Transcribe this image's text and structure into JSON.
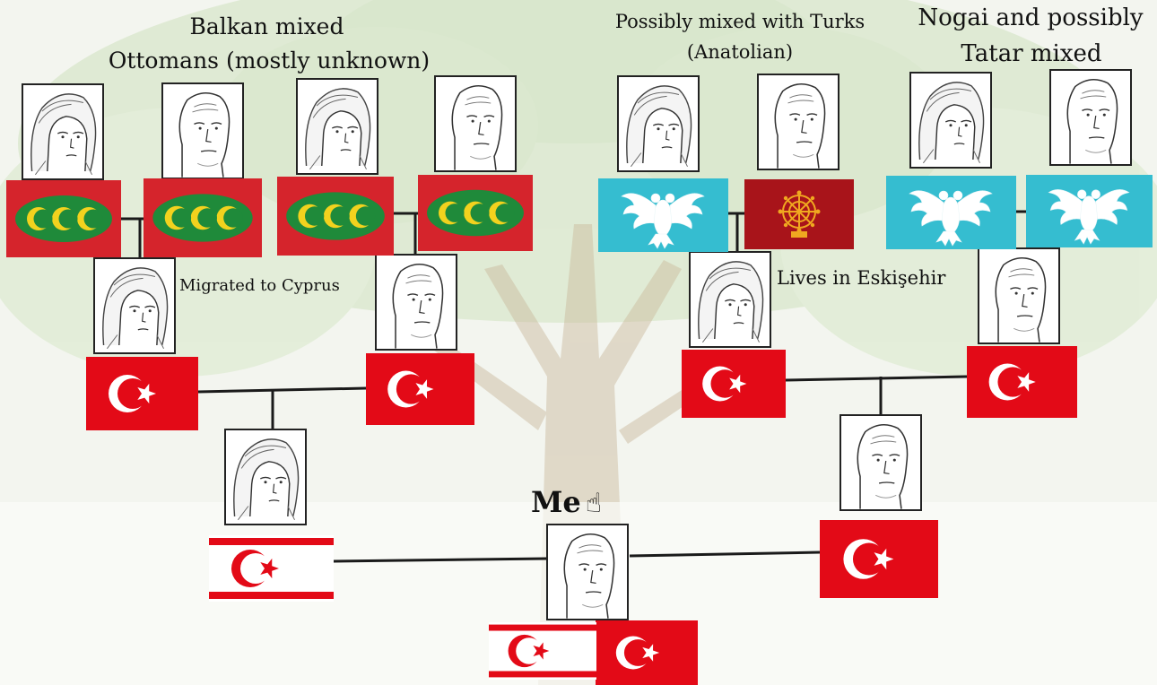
{
  "labels": {
    "balkan_line1": "Balkan mixed",
    "balkan_line2": "Ottomans (mostly unknown)",
    "anatolian_line1": "Possibly mixed with Turks",
    "anatolian_line2": "(Anatolian)",
    "nogai_line1": "Nogai and possibly",
    "nogai_line2": "Tatar mixed",
    "migrated": "Migrated to Cyprus",
    "lives": "Lives in Eskişehir",
    "me": "Me",
    "pointing_hand": "☝"
  },
  "people": [
    {
      "id": "great-grandmother-1",
      "type": "woman-face"
    },
    {
      "id": "great-grandfather-1",
      "type": "wojak-face"
    },
    {
      "id": "great-grandmother-2",
      "type": "woman-face"
    },
    {
      "id": "great-grandfather-2",
      "type": "wojak-face"
    },
    {
      "id": "great-grandmother-3",
      "type": "woman-face"
    },
    {
      "id": "great-grandfather-3",
      "type": "wojak-face"
    },
    {
      "id": "great-grandmother-4",
      "type": "woman-face"
    },
    {
      "id": "great-grandfather-4",
      "type": "wojak-face"
    },
    {
      "id": "grandmother-paternal",
      "type": "woman-face"
    },
    {
      "id": "grandfather-paternal",
      "type": "wojak-face"
    },
    {
      "id": "grandmother-maternal",
      "type": "woman-face"
    },
    {
      "id": "grandfather-maternal",
      "type": "wojak-face"
    },
    {
      "id": "mother",
      "type": "woman-face"
    },
    {
      "id": "father",
      "type": "wojak-face"
    },
    {
      "id": "me",
      "type": "wojak-face"
    }
  ],
  "flags": [
    {
      "id": "ottoman",
      "icon": "ottoman-three-crescents-flag-icon"
    },
    {
      "id": "seljuk",
      "icon": "double-headed-eagle-flag-icon"
    },
    {
      "id": "golden-horde-sun",
      "icon": "red-sun-emblem-flag-icon"
    },
    {
      "id": "turkey",
      "icon": "turkey-flag-icon"
    },
    {
      "id": "northern-cyprus",
      "icon": "northern-cyprus-flag-icon"
    }
  ],
  "colors": {
    "ottoman_red": "#d5242c",
    "ottoman_green": "#1f8a3a",
    "crescent_yellow": "#f2d21e",
    "seljuk_cyan": "#35bdd0",
    "sun_red": "#a8141a",
    "sun_gold": "#f0a820",
    "turkey_red": "#e30a17",
    "line": "#1a1a1a"
  }
}
